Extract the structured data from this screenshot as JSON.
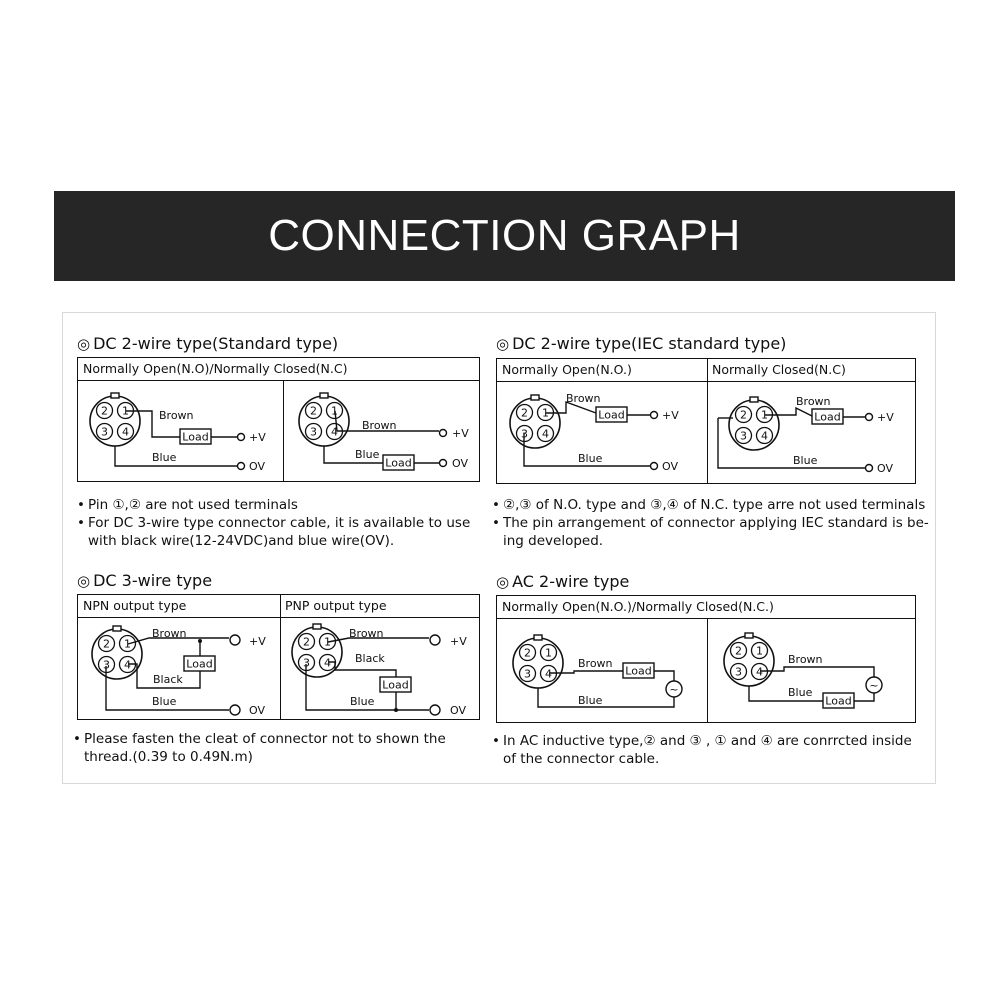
{
  "banner": {
    "title": "CONNECTION GRAPH"
  },
  "symbols": {
    "target": "◎",
    "tilde": "~"
  },
  "wire_labels": {
    "brown": "Brown",
    "blue": "Blue",
    "black": "Black",
    "load": "Load",
    "plus_v": "+V",
    "zero_v": "OV"
  },
  "pins": [
    "2",
    "1",
    "3",
    "4"
  ],
  "sections": {
    "dc2_standard": {
      "title": "DC 2-wire type(Standard type)",
      "header": "Normally Open(N.O)/Normally Closed(N.C)",
      "notes": [
        "Pin ①,② are not used terminals",
        "For DC 3-wire type connector cable, it is available to use",
        "with black wire(12-24VDC)and blue wire(OV)."
      ]
    },
    "dc2_iec": {
      "title": "DC 2-wire type(IEC standard type)",
      "header_left": "Normally Open(N.O.)",
      "header_right": "Normally Closed(N.C)",
      "notes": [
        "②,③ of N.O. type and ③,④ of N.C. type arre not used terminals",
        "The pin arrangement of connector applying IEC standard is be-",
        "ing developed."
      ]
    },
    "dc3": {
      "title": "DC 3-wire type",
      "header_left": "NPN output type",
      "header_right": "PNP output type",
      "notes": [
        "Please fasten the cleat of connector not to shown the",
        "thread.(0.39 to 0.49N.m)"
      ]
    },
    "ac2": {
      "title": "AC 2-wire type",
      "header": "Normally Open(N.O.)/Normally Closed(N.C.)",
      "notes": [
        "In AC inductive type,② and ③ , ① and ④ are conrrcted inside",
        "of the connector cable."
      ]
    }
  }
}
